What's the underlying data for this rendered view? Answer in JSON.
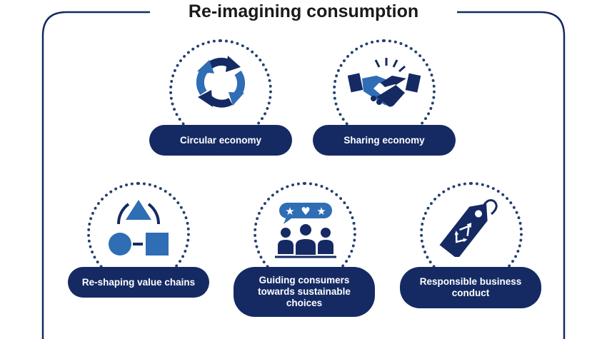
{
  "title": "Re-imagining consumption",
  "items": [
    {
      "label": "Circular economy",
      "icon": "circular-arrows-icon"
    },
    {
      "label": "Sharing economy",
      "icon": "handshake-icon"
    },
    {
      "label": "Re-shaping value chains",
      "icon": "shapes-icon"
    },
    {
      "label": "Guiding consumers towards sustainable choices",
      "icon": "consumers-rating-icon"
    },
    {
      "label": "Responsible business conduct",
      "icon": "recycle-tag-icon"
    }
  ],
  "colors": {
    "navy": "#152a63",
    "blue": "#2f6db5",
    "dotted": "#23406f"
  }
}
